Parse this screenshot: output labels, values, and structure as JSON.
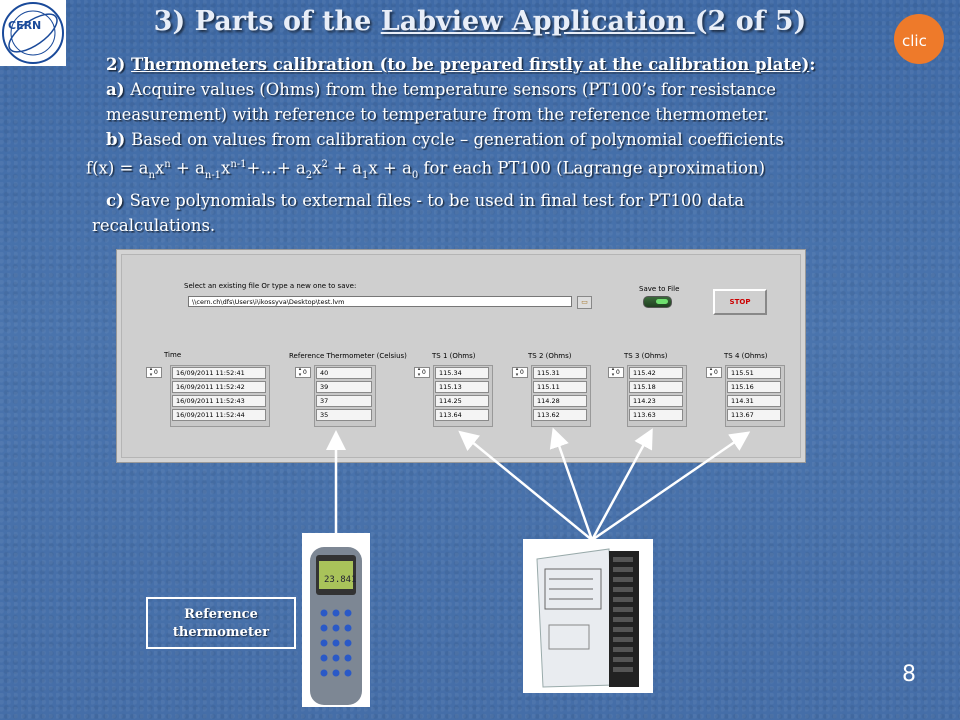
{
  "title_prefix": "3) Parts of the ",
  "title_link": "Labview Application ",
  "title_suffix": "(2 of 5)",
  "bullets": {
    "b2_num": "2) ",
    "b2_text": "Thermometers calibration (to be prepared firstly at the calibration plate)",
    "b2_colon": ":",
    "ba_label": "a) ",
    "ba_line1": "Acquire values (Ohms) from the temperature sensors (PT100’s for resistance",
    "ba_line2": "measurement) with reference to temperature from the reference thermometer.",
    "bb_label": "b) ",
    "bb_line1": "Based on values from calibration cycle  – generation of polynomial coefficients",
    "bb_line2_suffix": "  for each PT100 (Lagrange aproximation)",
    "bc_label": "c) ",
    "bc_line1": "Save polynomials to external files -  to be used in final test for PT100 data",
    "bc_line2": "recalculations."
  },
  "labview": {
    "file_label": "Select an existing file Or type a new one to save:",
    "file_path": "\\\\cern.ch\\dfs\\Users\\i\\ikossyva\\Desktop\\test.lvm",
    "save_label": "Save to File",
    "stop_label": "STOP",
    "time": {
      "header": "Time",
      "index": "0",
      "values": [
        "16/09/2011     11:52:41",
        "16/09/2011     11:52:42",
        "16/09/2011     11:52:43",
        "16/09/2011     11:52:44"
      ]
    },
    "ref": {
      "header": "Reference Thermometer (Celsius)",
      "index": "0",
      "values": [
        "40",
        "39",
        "37",
        "35"
      ]
    },
    "ts1": {
      "header": "TS 1 (Ohms)",
      "index": "0",
      "values": [
        "115.34",
        "115.13",
        "114.25",
        "113.64"
      ]
    },
    "ts2": {
      "header": "TS 2 (Ohms)",
      "index": "0",
      "values": [
        "115.31",
        "115.11",
        "114.28",
        "113.62"
      ]
    },
    "ts3": {
      "header": "TS 3 (Ohms)",
      "index": "0",
      "values": [
        "115.42",
        "115.18",
        "114.23",
        "113.63"
      ]
    },
    "ts4": {
      "header": "TS 4 (Ohms)",
      "index": "0",
      "values": [
        "115.51",
        "115.16",
        "114.31",
        "113.67"
      ]
    }
  },
  "ref_box": {
    "line1": "Reference",
    "line2": "thermometer"
  },
  "meter_reading": "23.841",
  "page_number": "8",
  "logos": {
    "left": "CERN",
    "right": "clic"
  }
}
